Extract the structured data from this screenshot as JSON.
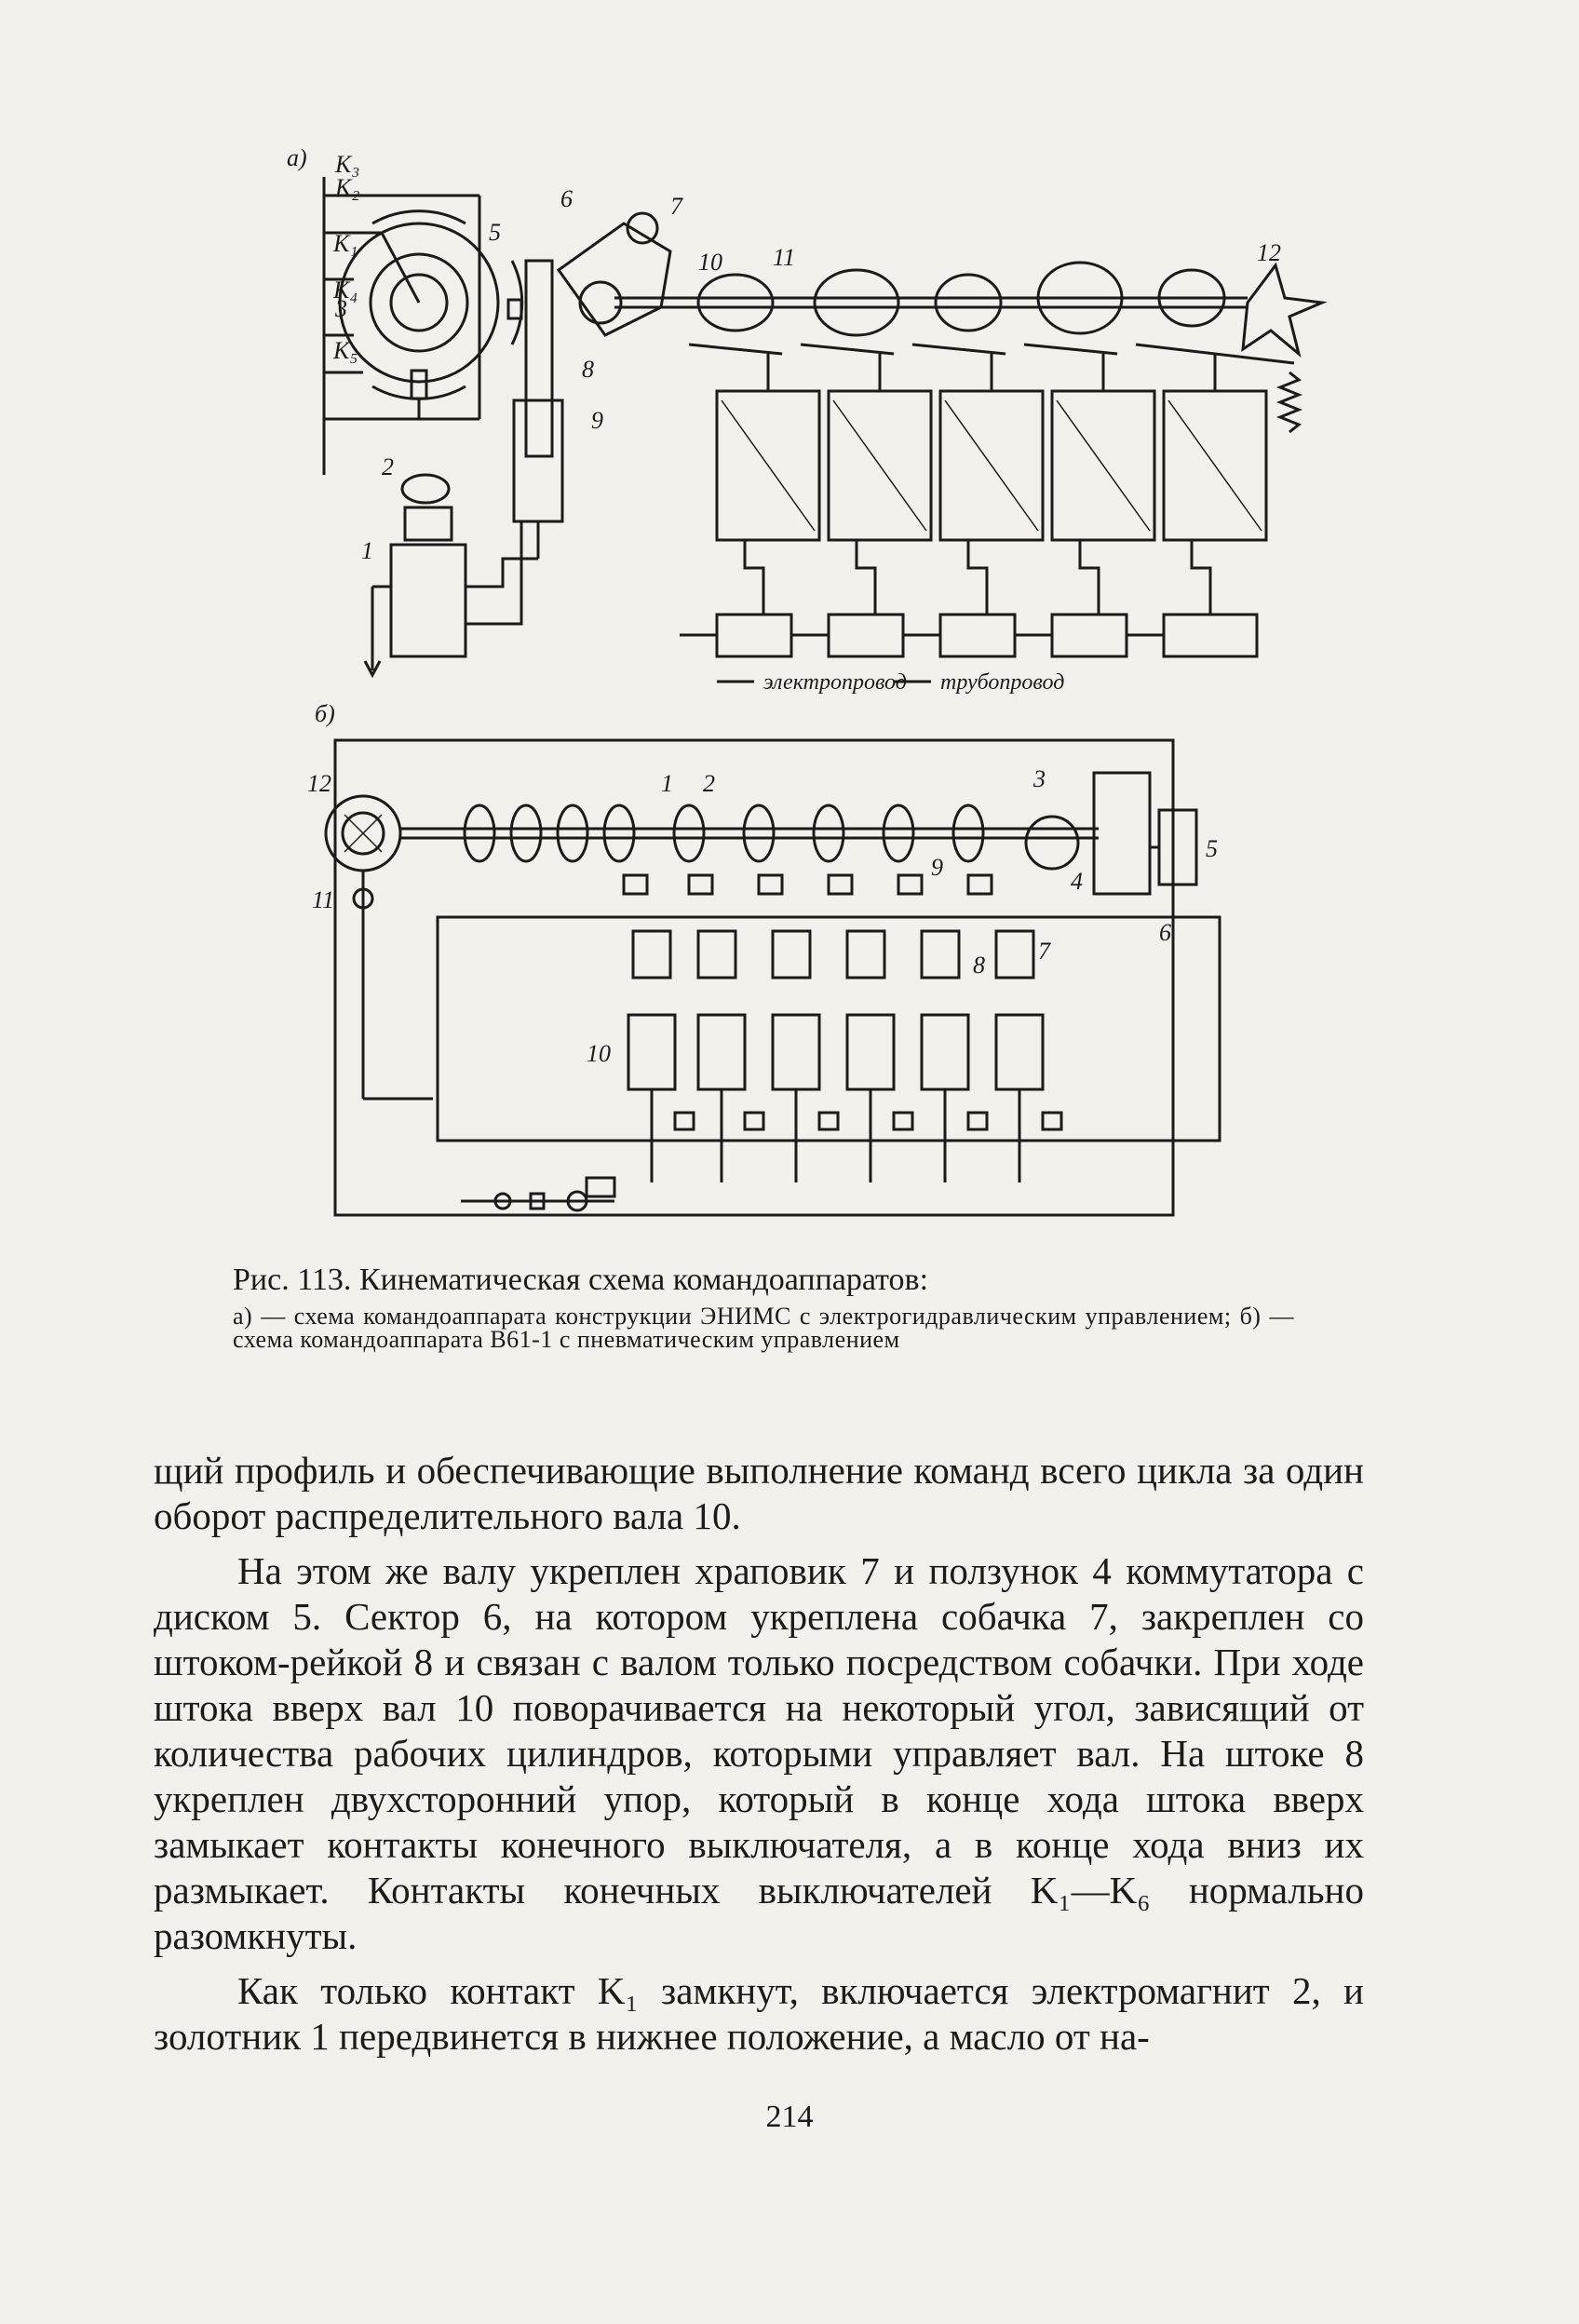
{
  "figure": {
    "diagram_a": {
      "panel_label": "а)",
      "labels": [
        "K₃",
        "K₂",
        "K₁",
        "K₄",
        "K₅",
        "5",
        "3",
        "2",
        "1",
        "6",
        "7",
        "10",
        "11",
        "8",
        "9",
        "12"
      ],
      "legend_electric": "электропровод",
      "legend_pipe": "трубопровод"
    },
    "diagram_b": {
      "panel_label": "б)",
      "labels": [
        "12",
        "11",
        "1",
        "2",
        "3",
        "4",
        "5",
        "6",
        "9",
        "8",
        "7",
        "10"
      ]
    }
  },
  "caption": {
    "title": "Рис. 113. Кинематическая схема командоаппаратов:",
    "description": "а) — схема командоаппарата конструкции ЭНИМС с электрогидравлическим управлением; б) — схема командоаппарата В61-1 с пневматическим управлением"
  },
  "body": {
    "p1": "щий профиль и обеспечивающие выполнение команд всего цикла за один оборот распределительного вала 10.",
    "p2": "На этом же валу укреплен храповик 7 и ползунок 4 коммутатора с диском 5. Сектор 6, на котором укреплена собачка 7, закреплен со штоком-рейкой 8 и связан с валом только посредством собачки. При ходе штока вверх вал 10 поворачивается на некоторый угол, зависящий от количества рабочих цилиндров, которыми управляет вал. На штоке 8 укреплен двухсторонний упор, который в конце хода штока вверх замыкает контакты конечного выключателя, а в конце хода вниз их размыкает. Контакты конечных выключателей K₁—K₆ нормально разомкнуты.",
    "p3": "Как только контакт K₁ замкнут, включается электромагнит 2, и золотник 1 передвинется в нижнее положение, а масло от на-"
  },
  "page_number": "214"
}
